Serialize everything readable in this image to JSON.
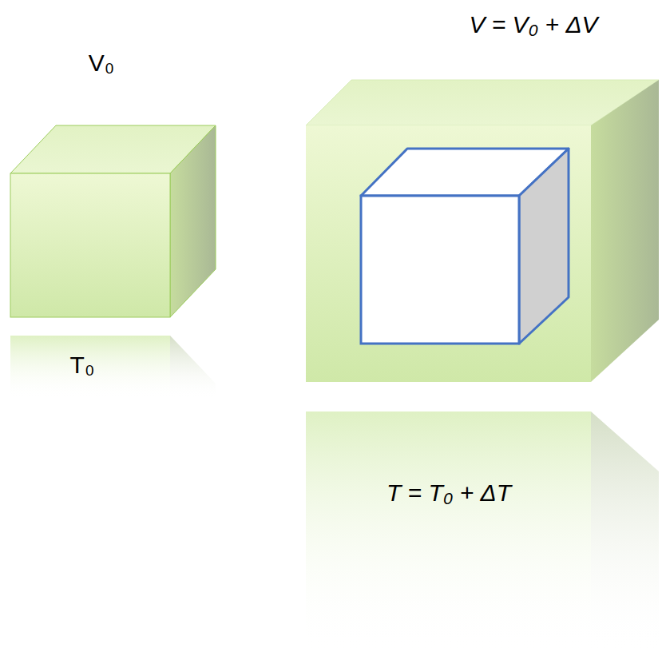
{
  "diagram": {
    "labels": [
      "V₀",
      "T₀",
      "V = V₀ + ΔV",
      "T = T₀ + ΔT"
    ]
  }
}
